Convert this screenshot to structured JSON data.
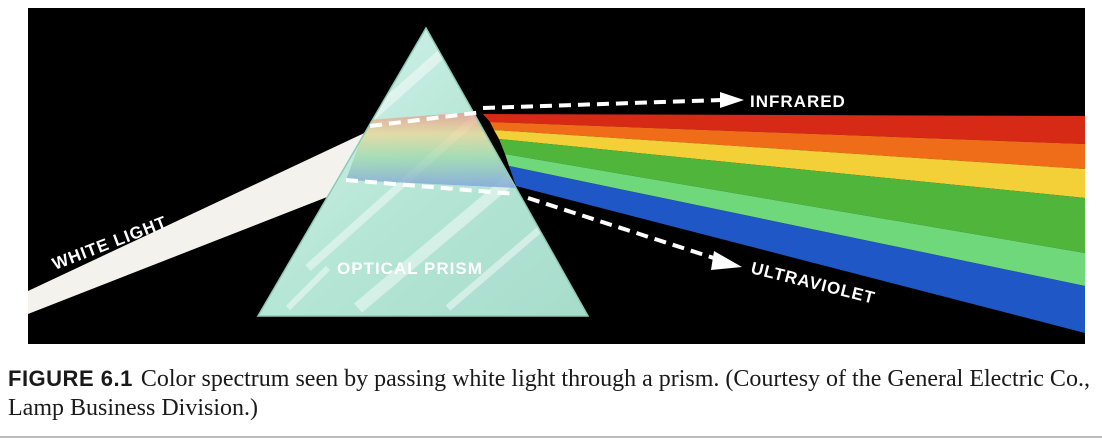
{
  "figure": {
    "labels": {
      "white_light": "WHITE LIGHT",
      "optical_prism": "OPTICAL PRISM",
      "infrared": "INFRARED",
      "ultraviolet": "ULTRAVIOLET"
    },
    "spectrum_bands": [
      {
        "name": "red",
        "color": "#d62a16"
      },
      {
        "name": "orange",
        "color": "#ef6d18"
      },
      {
        "name": "yellow",
        "color": "#f4d038"
      },
      {
        "name": "green",
        "color": "#4fb53b"
      },
      {
        "name": "light-green",
        "color": "#6ed87a"
      },
      {
        "name": "blue",
        "color": "#1f57c6"
      }
    ],
    "colors": {
      "background": "#000000",
      "white_light": "#f4f2ec",
      "prism": "#bfe9dd"
    }
  },
  "caption": {
    "number": "FIGURE 6.1",
    "text": "Color spectrum seen by passing white light through a prism. (Courtesy of the General Electric Co., Lamp Business Division.)"
  }
}
